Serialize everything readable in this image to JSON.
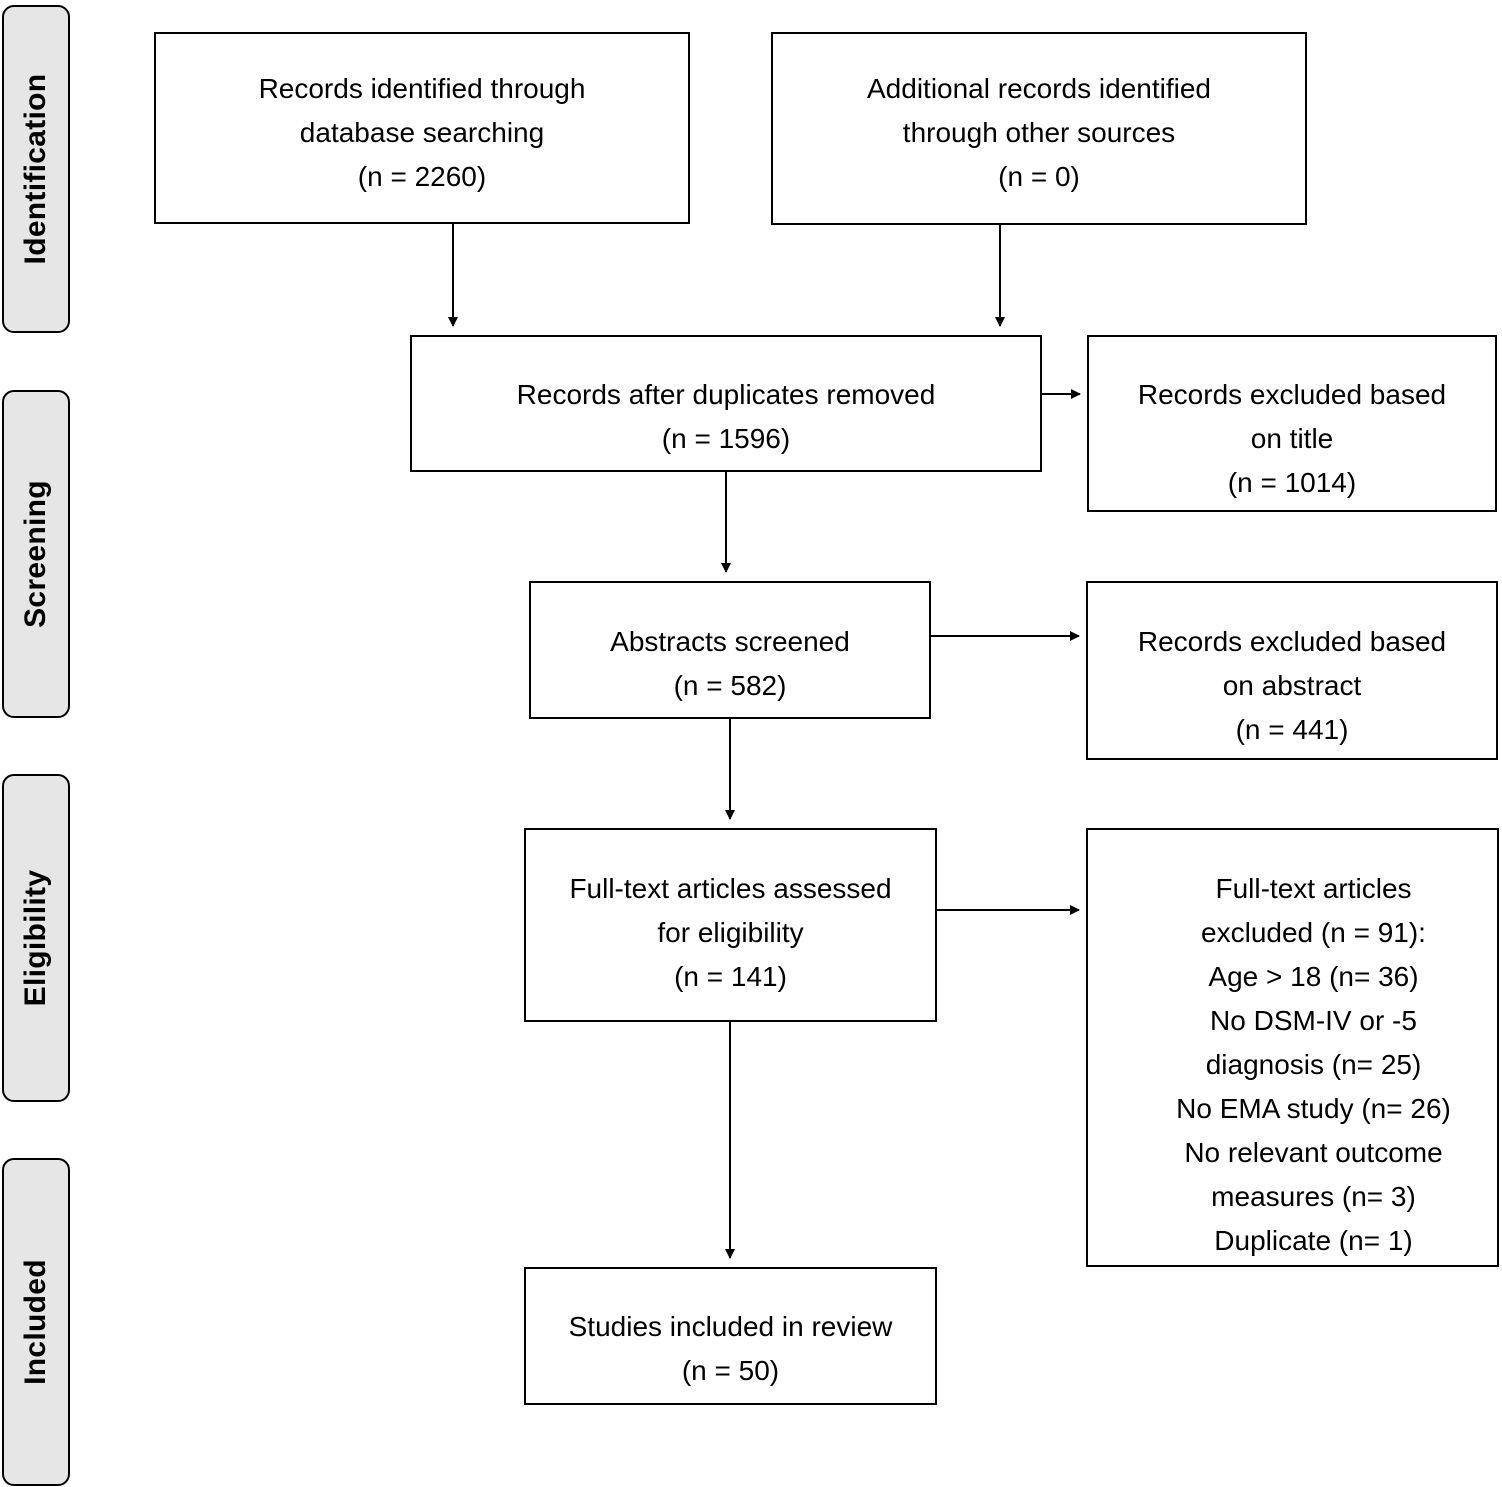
{
  "stages": {
    "identification": "Identification",
    "screening": "Screening",
    "eligibility": "Eligibility",
    "included": "Included"
  },
  "boxes": {
    "database_search": {
      "line1": "Records identified through",
      "line2": "database searching",
      "count": "(n = 2260)"
    },
    "other_sources": {
      "line1": "Additional records identified",
      "line2": "through other sources",
      "count": "(n = 0)"
    },
    "duplicates_removed": {
      "line1": "Records after duplicates removed",
      "count": "(n = 1596)"
    },
    "excluded_title": {
      "line1": "Records excluded based",
      "line2": "on title",
      "count": "(n = 1014)"
    },
    "abstracts_screened": {
      "line1": "Abstracts screened",
      "count": "(n = 582)"
    },
    "excluded_abstract": {
      "line1": "Records excluded based",
      "line2": "on abstract",
      "count": "(n = 441)"
    },
    "fulltext_assessed": {
      "line1": "Full-text articles assessed",
      "line2": "for eligibility",
      "count": "(n = 141)"
    },
    "fulltext_excluded": {
      "lines": [
        "Full-text articles",
        "excluded (n = 91):",
        "Age > 18 (n= 36)",
        "No DSM-IV or -5",
        "diagnosis (n= 25)",
        "No EMA study (n= 26)",
        "No relevant outcome",
        "measures (n= 3)",
        "Duplicate (n= 1)"
      ]
    },
    "studies_included": {
      "line1": "Studies included in review",
      "count": "(n = 50)"
    }
  }
}
